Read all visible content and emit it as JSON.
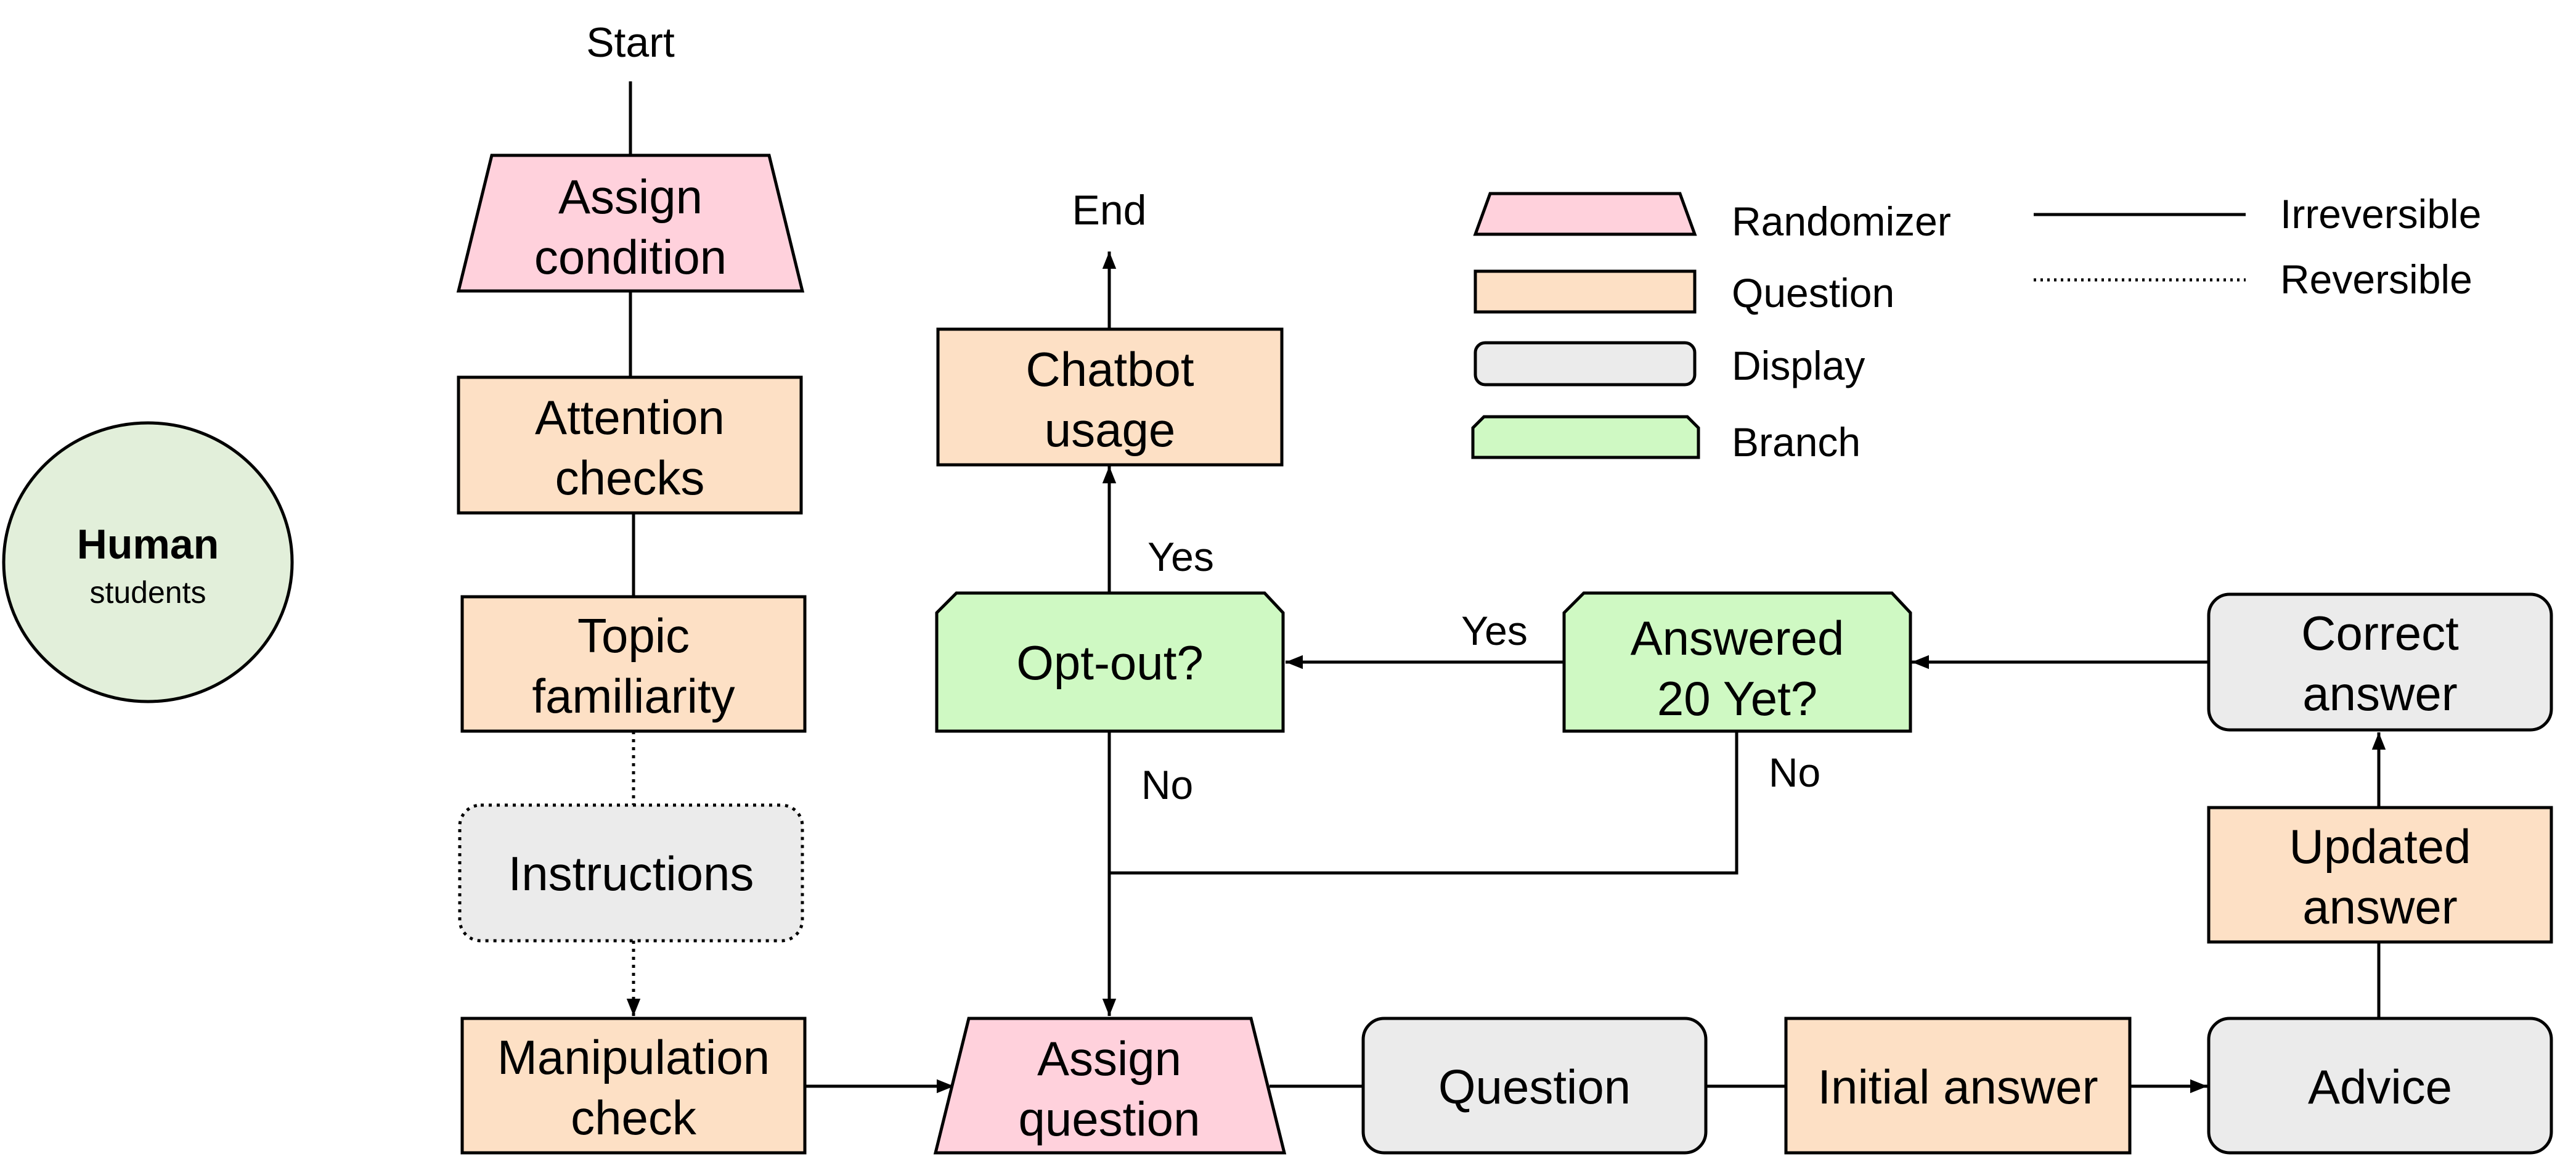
{
  "colors": {
    "randomizer": "#ffd1dc",
    "question": "#fde0c5",
    "display": "#ebebeb",
    "branch": "#cff9c3",
    "participant": "#e2efda",
    "stroke": "#000000"
  },
  "participant": {
    "title": "Human",
    "subtitle": "students"
  },
  "terminals": {
    "start": "Start",
    "end": "End"
  },
  "nodes": {
    "assign_condition": {
      "line1": "Assign",
      "line2": "condition",
      "kind": "randomizer"
    },
    "attention_checks": {
      "line1": "Attention",
      "line2": "checks",
      "kind": "question"
    },
    "topic_familiarity": {
      "line1": "Topic",
      "line2": "familiarity",
      "kind": "question"
    },
    "instructions": {
      "line1": "Instructions",
      "kind": "display",
      "reversible": true
    },
    "manipulation_check": {
      "line1": "Manipulation",
      "line2": "check",
      "kind": "question"
    },
    "assign_question": {
      "line1": "Assign",
      "line2": "question",
      "kind": "randomizer"
    },
    "question": {
      "line1": "Question",
      "kind": "display"
    },
    "initial_answer": {
      "line1": "Initial answer",
      "kind": "question"
    },
    "advice": {
      "line1": "Advice",
      "kind": "display"
    },
    "updated_answer": {
      "line1": "Updated",
      "line2": "answer",
      "kind": "question"
    },
    "correct_answer": {
      "line1": "Correct",
      "line2": "answer",
      "kind": "display"
    },
    "answered_20": {
      "line1": "Answered",
      "line2": "20 Yet?",
      "kind": "branch"
    },
    "opt_out": {
      "line1": "Opt-out?",
      "kind": "branch"
    },
    "chatbot_usage": {
      "line1": "Chatbot",
      "line2": "usage",
      "kind": "question"
    }
  },
  "edge_labels": {
    "answered_yes": "Yes",
    "answered_no": "No",
    "optout_yes": "Yes",
    "optout_no": "No"
  },
  "legend": {
    "shapes": [
      {
        "label": "Randomizer",
        "kind": "randomizer"
      },
      {
        "label": "Question",
        "kind": "question"
      },
      {
        "label": "Display",
        "kind": "display"
      },
      {
        "label": "Branch",
        "kind": "branch"
      }
    ],
    "lines": [
      {
        "label": "Irreversible",
        "style": "solid"
      },
      {
        "label": "Reversible",
        "style": "dotted"
      }
    ]
  }
}
